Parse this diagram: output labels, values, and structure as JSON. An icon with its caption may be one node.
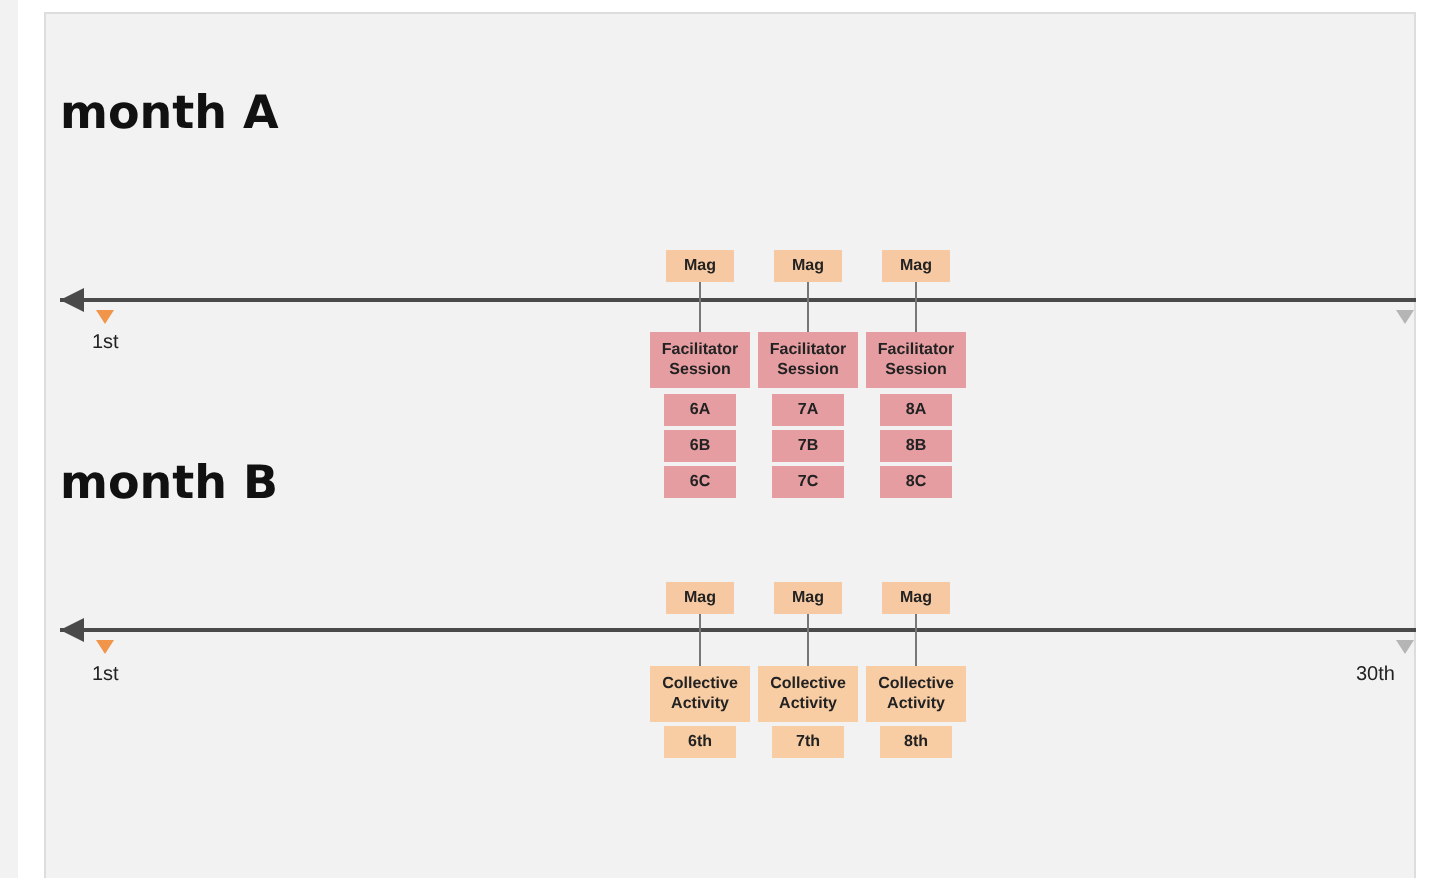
{
  "diagram": {
    "nodes": [
      {
        "text": [
          "Mag"
        ]
      },
      {
        "text": [
          "Mag"
        ]
      },
      {
        "text": [
          "Mag"
        ]
      },
      {
        "text": [
          "Facilitator Session"
        ]
      },
      {
        "text": [
          "Facilitator Session"
        ]
      },
      {
        "text": [
          "Facilitator Session"
        ]
      },
      {
        "text": [
          "6A"
        ]
      },
      {
        "text": [
          "7A"
        ]
      },
      {
        "text": [
          "8A"
        ]
      },
      {
        "text": [
          "6B"
        ]
      },
      {
        "text": [
          "7B"
        ]
      },
      {
        "text": [
          "8B"
        ]
      },
      {
        "text": [
          "6C"
        ]
      },
      {
        "text": [
          "7C"
        ]
      },
      {
        "text": [
          "8C"
        ]
      },
      {
        "text": [
          "Mag"
        ]
      },
      {
        "text": [
          "Mag"
        ]
      },
      {
        "text": [
          "Mag"
        ]
      },
      {
        "text": [
          "Collective Activity"
        ]
      },
      {
        "text": [
          "Collective Activity"
        ]
      },
      {
        "text": [
          "Collective Activity"
        ]
      },
      {
        "text": [
          "6th"
        ]
      },
      {
        "text": [
          "7th"
        ]
      },
      {
        "text": [
          "8th"
        ]
      }
    ],
    "edges": [
      {
        "from": 0,
        "to": 3,
        "arrow": "none"
      },
      {
        "from": 1,
        "to": 4,
        "arrow": "none"
      },
      {
        "from": 2,
        "to": 5,
        "arrow": "none"
      },
      {
        "from": 15,
        "to": 18,
        "arrow": "none"
      },
      {
        "from": 16,
        "to": 19,
        "arrow": "none"
      },
      {
        "from": 17,
        "to": 20,
        "arrow": "none"
      }
    ],
    "labels": [
      "month A",
      "1st",
      "month B",
      "1st",
      "30th"
    ]
  }
}
